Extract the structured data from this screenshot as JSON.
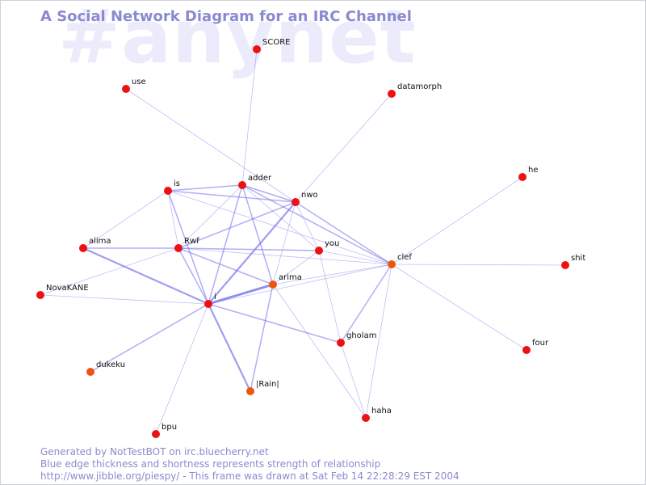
{
  "watermark": "#anynet",
  "title": "A Social Network Diagram for an IRC Channel",
  "footer": {
    "line1": "Generated by NotTestBOT on irc.bluecherry.net",
    "line2": "Blue edge thickness and shortness represents strength of relationship",
    "line3": "http://www.jibble.org/piespy/ - This frame was drawn at Sat Feb 14 22:28:29 EST 2004"
  },
  "colors": {
    "node": "#ee1111",
    "node_highlight": "#ee5511",
    "edge": "#7777ee",
    "text": "#8a8ad0",
    "watermark": "#ecebfb"
  },
  "nodes": [
    {
      "id": "SCORE",
      "label": "SCORE"
    },
    {
      "id": "use",
      "label": "use"
    },
    {
      "id": "datamorph",
      "label": "datamorph"
    },
    {
      "id": "adder",
      "label": "adder"
    },
    {
      "id": "is",
      "label": "is"
    },
    {
      "id": "nwo",
      "label": "nwo"
    },
    {
      "id": "he",
      "label": "he"
    },
    {
      "id": "alima",
      "label": "alima"
    },
    {
      "id": "Rwf",
      "label": "Rwf"
    },
    {
      "id": "you",
      "label": "you"
    },
    {
      "id": "clef",
      "label": "clef",
      "highlight": true
    },
    {
      "id": "shit",
      "label": "shit"
    },
    {
      "id": "NovaKANE",
      "label": "NovaKANE"
    },
    {
      "id": "arima",
      "label": "arima",
      "highlight": true
    },
    {
      "id": "i",
      "label": "i"
    },
    {
      "id": "gholam",
      "label": "gholam"
    },
    {
      "id": "four",
      "label": "four"
    },
    {
      "id": "dukeku",
      "label": "dukeku",
      "highlight": true
    },
    {
      "id": "Rain",
      "label": "|Rain|",
      "highlight": true
    },
    {
      "id": "haha",
      "label": "haha"
    },
    {
      "id": "bpu",
      "label": "bpu"
    }
  ],
  "edges": [
    {
      "source": "adder",
      "target": "SCORE",
      "weight": 1
    },
    {
      "source": "use",
      "target": "nwo",
      "weight": 1
    },
    {
      "source": "datamorph",
      "target": "nwo",
      "weight": 1
    },
    {
      "source": "he",
      "target": "clef",
      "weight": 1
    },
    {
      "source": "shit",
      "target": "clef",
      "weight": 1
    },
    {
      "source": "four",
      "target": "clef",
      "weight": 1
    },
    {
      "source": "is",
      "target": "adder",
      "weight": 2
    },
    {
      "source": "is",
      "target": "nwo",
      "weight": 2
    },
    {
      "source": "is",
      "target": "Rwf",
      "weight": 1
    },
    {
      "source": "is",
      "target": "i",
      "weight": 2
    },
    {
      "source": "is",
      "target": "clef",
      "weight": 1
    },
    {
      "source": "alima",
      "target": "is",
      "weight": 1
    },
    {
      "source": "adder",
      "target": "nwo",
      "weight": 2
    },
    {
      "source": "adder",
      "target": "Rwf",
      "weight": 1
    },
    {
      "source": "adder",
      "target": "i",
      "weight": 2
    },
    {
      "source": "adder",
      "target": "arima",
      "weight": 2
    },
    {
      "source": "adder",
      "target": "you",
      "weight": 1
    },
    {
      "source": "adder",
      "target": "clef",
      "weight": 2
    },
    {
      "source": "nwo",
      "target": "Rwf",
      "weight": 2
    },
    {
      "source": "nwo",
      "target": "i",
      "weight": 3
    },
    {
      "source": "nwo",
      "target": "arima",
      "weight": 1
    },
    {
      "source": "nwo",
      "target": "clef",
      "weight": 2
    },
    {
      "source": "nwo",
      "target": "you",
      "weight": 1
    },
    {
      "source": "alima",
      "target": "Rwf",
      "weight": 2
    },
    {
      "source": "alima",
      "target": "i",
      "weight": 3
    },
    {
      "source": "NovaKANE",
      "target": "Rwf",
      "weight": 1
    },
    {
      "source": "NovaKANE",
      "target": "i",
      "weight": 1
    },
    {
      "source": "Rwf",
      "target": "you",
      "weight": 2
    },
    {
      "source": "Rwf",
      "target": "i",
      "weight": 2
    },
    {
      "source": "Rwf",
      "target": "arima",
      "weight": 2
    },
    {
      "source": "Rwf",
      "target": "clef",
      "weight": 1
    },
    {
      "source": "you",
      "target": "arima",
      "weight": 1
    },
    {
      "source": "you",
      "target": "gholam",
      "weight": 1
    },
    {
      "source": "you",
      "target": "clef",
      "weight": 1
    },
    {
      "source": "arima",
      "target": "i",
      "weight": 4
    },
    {
      "source": "arima",
      "target": "clef",
      "weight": 1
    },
    {
      "source": "arima",
      "target": "Rain",
      "weight": 2
    },
    {
      "source": "arima",
      "target": "haha",
      "weight": 1
    },
    {
      "source": "i",
      "target": "clef",
      "weight": 1
    },
    {
      "source": "i",
      "target": "gholam",
      "weight": 2
    },
    {
      "source": "i",
      "target": "Rain",
      "weight": 3
    },
    {
      "source": "i",
      "target": "dukeku",
      "weight": 2
    },
    {
      "source": "i",
      "target": "bpu",
      "weight": 1
    },
    {
      "source": "clef",
      "target": "gholam",
      "weight": 2
    },
    {
      "source": "clef",
      "target": "haha",
      "weight": 1
    },
    {
      "source": "gholam",
      "target": "haha",
      "weight": 1
    }
  ]
}
